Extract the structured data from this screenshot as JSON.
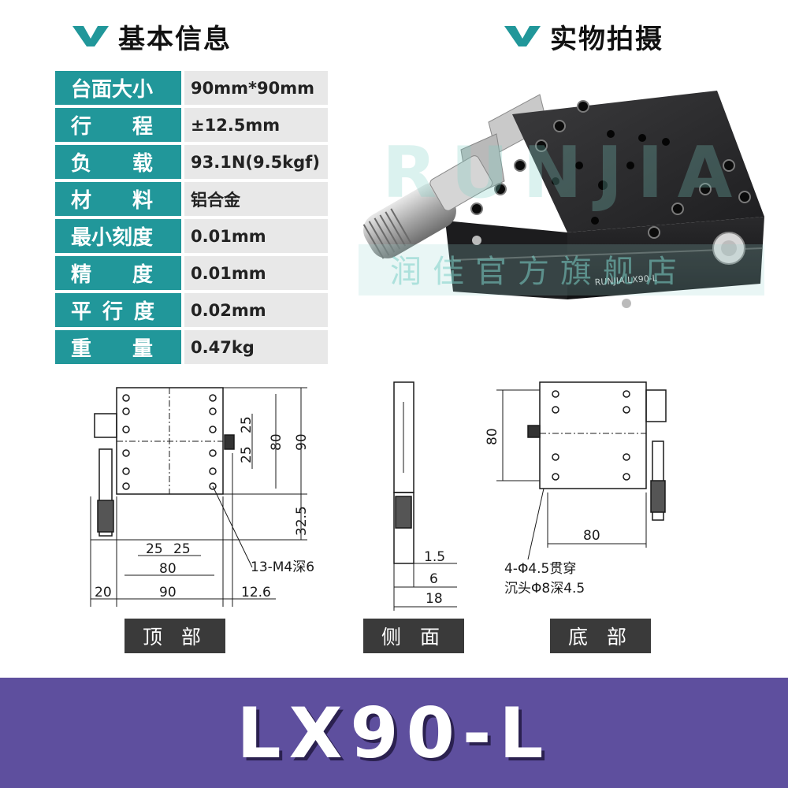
{
  "headings": {
    "info": "基本信息",
    "photo": "实物拍摄"
  },
  "specs": [
    {
      "label": "台面大小",
      "value": "90mm*90mm"
    },
    {
      "label": "行　　程",
      "value": "±12.5mm"
    },
    {
      "label": "负　　载",
      "value": "93.1N(9.5kgf)"
    },
    {
      "label": "材　　料",
      "value": "铝合金"
    },
    {
      "label": "最小刻度",
      "value": "0.01mm"
    },
    {
      "label": "精　　度",
      "value": "0.01mm"
    },
    {
      "label": "平行度",
      "value": "0.02mm"
    },
    {
      "label": "重　　量",
      "value": "0.47kg"
    }
  ],
  "photo": {
    "watermark_brand": "RUNJIA",
    "watermark_cn": "润佳官方旗舰店",
    "engraving": "RUNJIA LX90-L"
  },
  "top_view": {
    "dims": {
      "d25a": "25",
      "d25b": "25",
      "d80v": "80",
      "d90v": "90",
      "d32": "32.5",
      "h25a": "25",
      "h25b": "25",
      "h80": "80",
      "h90": "90",
      "d20": "20",
      "d126": "12.6"
    },
    "callout": "13-M4深6",
    "label": "顶 部"
  },
  "side_view": {
    "dims": {
      "d15": "1.5",
      "d6": "6",
      "d18": "18"
    },
    "label": "侧 面"
  },
  "bottom_view": {
    "dims": {
      "d80v": "80",
      "d80h": "80"
    },
    "callout1": "4-Φ4.5贯穿",
    "callout2": "沉头Φ8深4.5",
    "label": "底 部"
  },
  "model": "LX90-L",
  "colors": {
    "teal": "#21979a",
    "gray_cell": "#e8e8e8",
    "banner": "#5e4f9e",
    "label_bg": "#3a3a3a"
  }
}
